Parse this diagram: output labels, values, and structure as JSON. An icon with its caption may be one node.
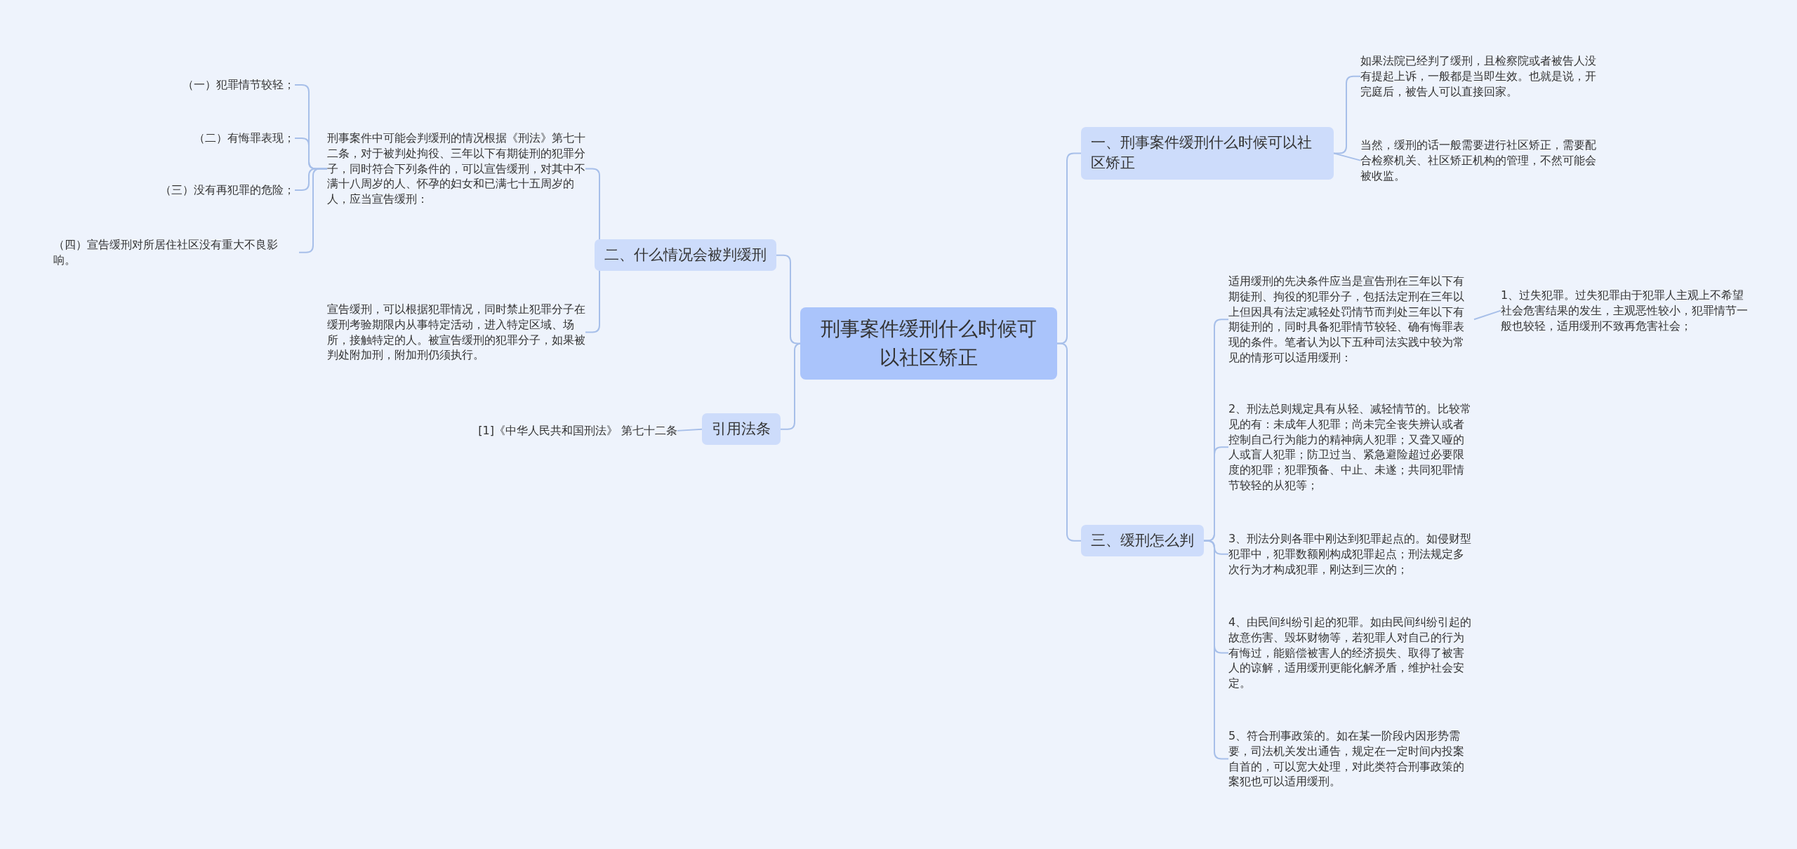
{
  "diagram": {
    "nodes": [
      {
        "text": [
          "刑事案件缓刑什么时候可以社区矫正"
        ]
      },
      {
        "text": [
          "二、什么情况会被判缓刑"
        ]
      },
      {
        "text": [
          "刑事案件中可能会判缓刑的情况根据《刑法》第七十二条，对于被判处拘役、三年以下有期徒刑的犯罪分子，同时符合下列条件的，可以宣告缓刑，对其中不满十八周岁的人、怀孕的妇女和已满七十五周岁的人，应当宣告缓刑："
        ]
      },
      {
        "text": [
          "（一）犯罪情节较轻；"
        ]
      },
      {
        "text": [
          "（二）有悔罪表现；"
        ]
      },
      {
        "text": [
          "（三）没有再犯罪的危险；"
        ]
      },
      {
        "text": [
          "（四）宣告缓刑对所居住社区没有重大不良影响。"
        ]
      },
      {
        "text": [
          "宣告缓刑，可以根据犯罪情况，同时禁止犯罪分子在缓刑考验期限内从事特定活动，进入特定区域、场所，接触特定的人。被宣告缓刑的犯罪分子，如果被判处附加刑，附加刑仍须执行。"
        ]
      },
      {
        "text": [
          "引用法条"
        ]
      },
      {
        "text": [
          "[1]《中华人民共和国刑法》 第七十二条"
        ]
      },
      {
        "text": [
          "一、刑事案件缓刑什么时候可以社区矫正"
        ]
      },
      {
        "text": [
          "如果法院已经判了缓刑，且检察院或者被告人没有提起上诉，一般都是当即生效。也就是说，开完庭后，被告人可以直接回家。"
        ]
      },
      {
        "text": [
          "当然，缓刑的话一般需要进行社区矫正，需要配合检察机关、社区矫正机构的管理，不然可能会被收监。"
        ]
      },
      {
        "text": [
          "三、缓刑怎么判"
        ]
      },
      {
        "text": [
          "适用缓刑的先决条件应当是宣告刑在三年以下有期徒刑、拘役的犯罪分子，包括法定刑在三年以上但因具有法定减轻处罚情节而判处三年以下有期徒刑的，同时具备犯罪情节较轻、确有悔罪表现的条件。笔者认为以下五种司法实践中较为常见的情形可以适用缓刑："
        ]
      },
      {
        "text": [
          "1、过失犯罪。过失犯罪由于犯罪人主观上不希望社会危害结果的发生，主观恶性较小，犯罪情节一般也较轻，适用缓刑不致再危害社会；"
        ]
      },
      {
        "text": [
          "2、刑法总则规定具有从轻、减轻情节的。比较常见的有：未成年人犯罪；尚未完全丧失辨认或者控制自己行为能力的精神病人犯罪；又聋又哑的人或盲人犯罪；防卫过当、紧急避险超过必要限度的犯罪；犯罪预备、中止、未遂；共同犯罪情节较轻的从犯等；"
        ]
      },
      {
        "text": [
          "3、刑法分则各罪中刚达到犯罪起点的。如侵财型犯罪中，犯罪数额刚构成犯罪起点；刑法规定多次行为才构成犯罪，刚达到三次的；"
        ]
      },
      {
        "text": [
          "4、由民间纠纷引起的犯罪。如由民间纠纷引起的故意伤害、毁坏财物等，若犯罪人对自己的行为有悔过，能赔偿被害人的经济损失、取得了被害人的谅解，适用缓刑更能化解矛盾，维护社会安定。"
        ]
      },
      {
        "text": [
          "5、符合刑事政策的。如在某一阶段内因形势需要，司法机关发出通告，规定在一定时间内投案自首的，可以宽大处理，对此类符合刑事政策的案犯也可以适用缓刑。"
        ]
      }
    ],
    "edges": [
      {
        "from": 0,
        "to": 1,
        "arrow": "none"
      },
      {
        "from": 1,
        "to": 2,
        "arrow": "none"
      },
      {
        "from": 2,
        "to": 3,
        "arrow": "none"
      },
      {
        "from": 2,
        "to": 4,
        "arrow": "none"
      },
      {
        "from": 2,
        "to": 5,
        "arrow": "none"
      },
      {
        "from": 2,
        "to": 6,
        "arrow": "none"
      },
      {
        "from": 1,
        "to": 7,
        "arrow": "none"
      },
      {
        "from": 0,
        "to": 8,
        "arrow": "none"
      },
      {
        "from": 8,
        "to": 9,
        "arrow": "none"
      },
      {
        "from": 0,
        "to": 10,
        "arrow": "none"
      },
      {
        "from": 10,
        "to": 11,
        "arrow": "none"
      },
      {
        "from": 10,
        "to": 12,
        "arrow": "none"
      },
      {
        "from": 0,
        "to": 13,
        "arrow": "none"
      },
      {
        "from": 13,
        "to": 14,
        "arrow": "none"
      },
      {
        "from": 14,
        "to": 15,
        "arrow": "none"
      },
      {
        "from": 13,
        "to": 16,
        "arrow": "none"
      },
      {
        "from": 13,
        "to": 17,
        "arrow": "none"
      },
      {
        "from": 13,
        "to": 18,
        "arrow": "none"
      },
      {
        "from": 13,
        "to": 19,
        "arrow": "none"
      }
    ]
  }
}
